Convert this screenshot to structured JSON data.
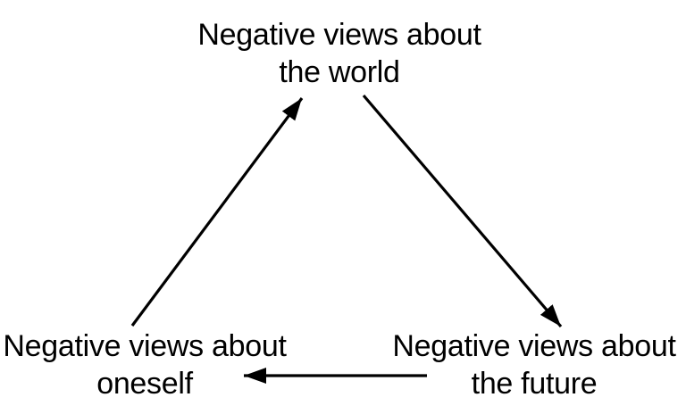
{
  "diagram": {
    "nodes": {
      "world": {
        "line1": "Negative views about",
        "line2": "the world"
      },
      "future": {
        "line1": "Negative views about",
        "line2": "the future"
      },
      "oneself": {
        "line1": "Negative views about",
        "line2": "oneself"
      }
    },
    "edges": [
      {
        "from": "oneself",
        "to": "world"
      },
      {
        "from": "world",
        "to": "future"
      },
      {
        "from": "future",
        "to": "oneself"
      }
    ],
    "colors": {
      "background": "#ffffff",
      "text": "#000000",
      "arrow": "#000000"
    }
  }
}
